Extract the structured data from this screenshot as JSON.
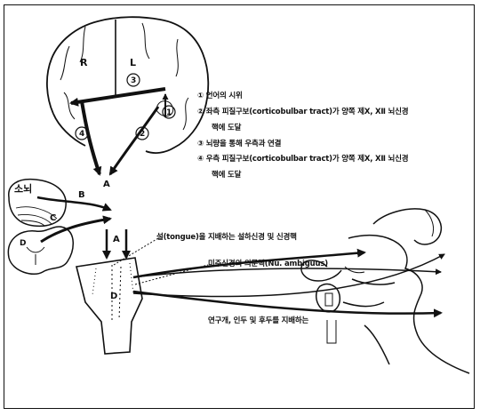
{
  "labels": {
    "hemisphere_right": "R",
    "hemisphere_left": "L",
    "point_a": "A",
    "point_b": "B",
    "point_c": "C",
    "point_d": "D",
    "cerebellum": "소뇌",
    "arrow_1": "1",
    "arrow_2": "2",
    "arrow_3": "3",
    "arrow_4": "4"
  },
  "legend": [
    "① 언어의 시위",
    "② 좌측 피질구보(corticobulbar tract)가 양쪽 제Ⅹ, Ⅻ 뇌신경",
    "핵에 도달",
    "③ 뇌량을 통해 우측과 연결",
    "④ 우측 피질구보(corticobulbar tract)가 양쪽 제Ⅹ, Ⅻ 뇌신경",
    "핵에 도달"
  ],
  "annotations": {
    "tongue": "설(tongue)을 지배하는 설하신경 및 신경핵",
    "ambiguus": "미주신경의 의문핵(Nu. ambiguus)",
    "larynx": "연구개, 인두 및 후두를 지배하는"
  }
}
